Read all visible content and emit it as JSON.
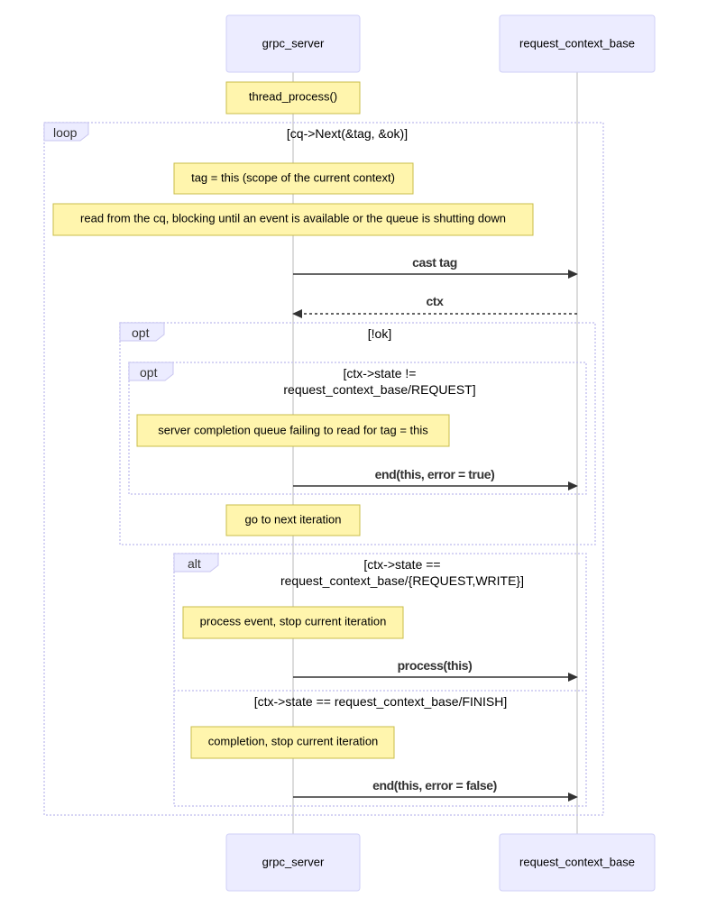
{
  "participants": {
    "server": "grpc_server",
    "context": "request_context_base"
  },
  "notes": {
    "thread_process": "thread_process()",
    "tag_scope": "tag = this (scope of the current context)",
    "read_cq": "read from the cq, blocking until an event is available or the queue is shutting down",
    "fail_read": "server completion queue failing to read for tag = this",
    "next_iteration": "go to next iteration",
    "process_event": "process event, stop current iteration",
    "completion": "completion, stop current iteration"
  },
  "frames": {
    "loop": {
      "label": "loop",
      "condition": "[cq->Next(&tag, &ok)]"
    },
    "opt_outer": {
      "label": "opt",
      "condition": "[!ok]"
    },
    "opt_inner": {
      "label": "opt",
      "condition_line1": "[ctx->state !=",
      "condition_line2": "request_context_base/REQUEST]"
    },
    "alt": {
      "label": "alt",
      "condition_line1": "[ctx->state ==",
      "condition_line2": "request_context_base/{REQUEST,WRITE}]",
      "else_condition": "[ctx->state == request_context_base/FINISH]"
    }
  },
  "messages": {
    "cast_tag": "cast tag",
    "ctx": "ctx",
    "end_error_true": "end(this, error = true)",
    "process": "process(this)",
    "end_error_false": "end(this, error = false)"
  }
}
